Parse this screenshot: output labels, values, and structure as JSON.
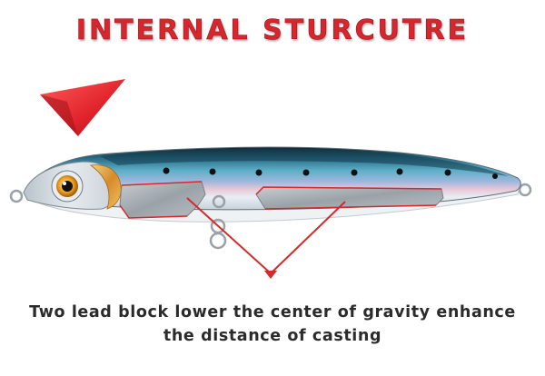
{
  "title": "INTERNAL STURCUTRE",
  "caption": {
    "line1": "Two lead block lower the center of gravity enhance",
    "line2": "the distance of casting"
  },
  "colors": {
    "title_red": "#d8262f",
    "pointer_red": "#e0222b",
    "back_teal": "#2f7f9a",
    "annotation_red": "#d42a2a",
    "caption_text": "#2b2b2b"
  },
  "icons": {
    "pointer": "red-triangle-pointer-icon",
    "product": "fishing-lure-image"
  }
}
